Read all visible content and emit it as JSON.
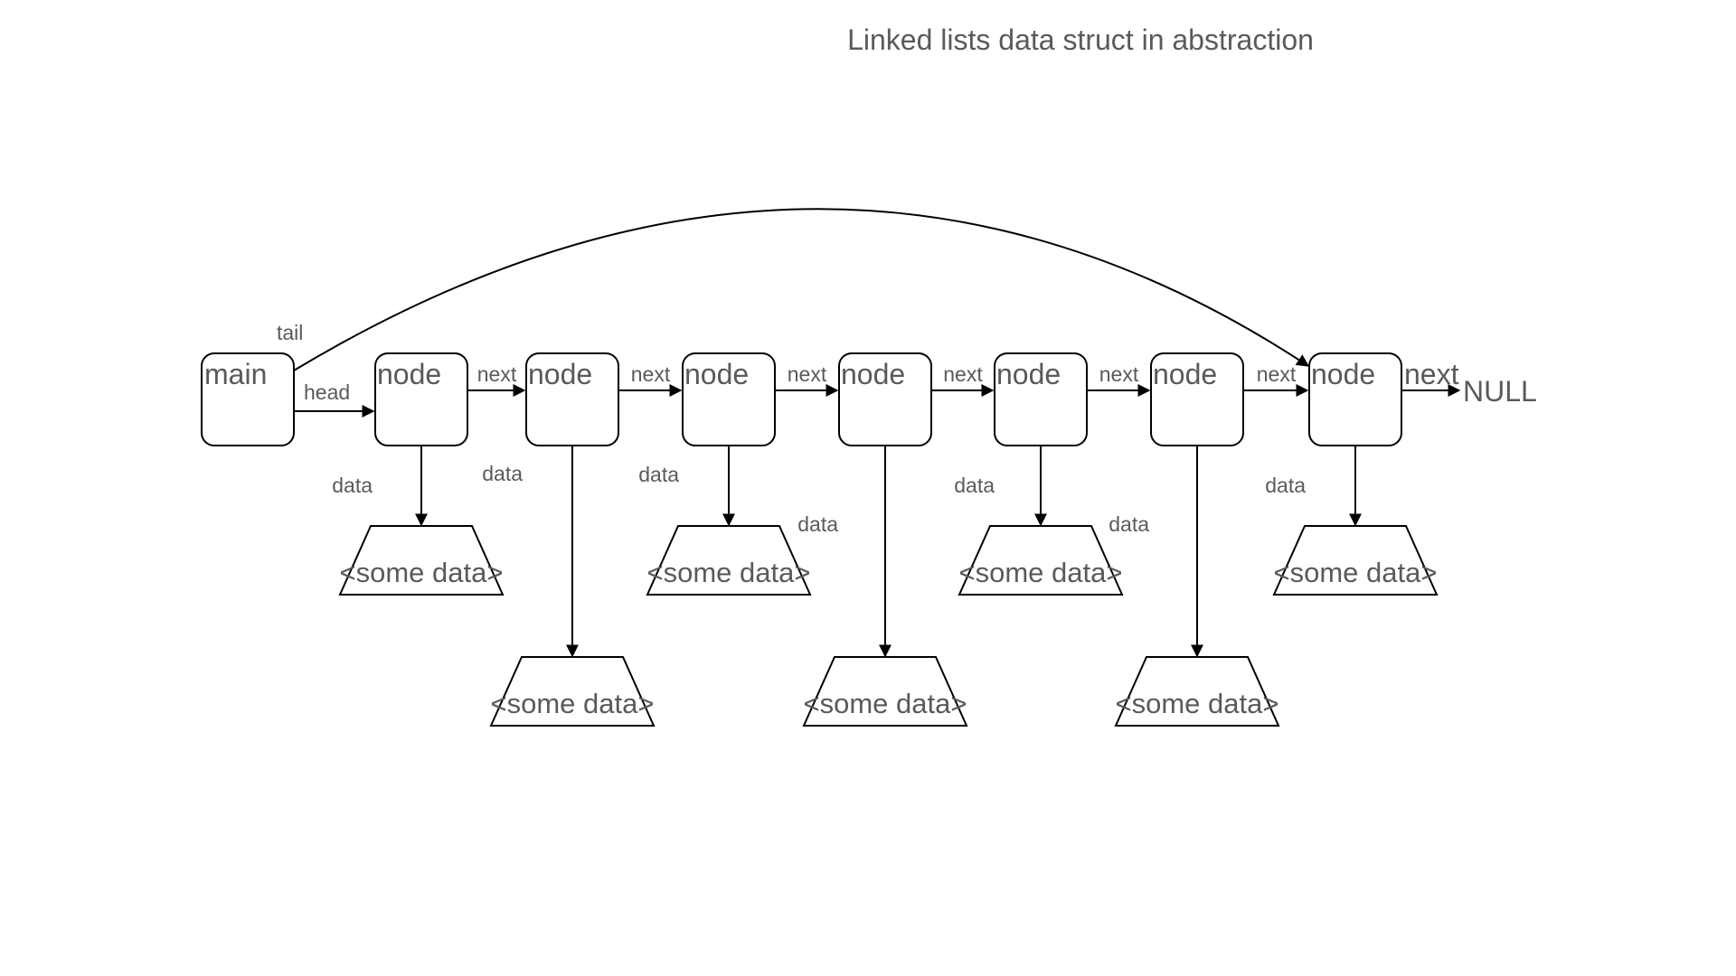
{
  "title": "Linked lists data struct in abstraction",
  "main": {
    "label": "main"
  },
  "nodes": [
    {
      "label": "node",
      "next_label": "next",
      "data_label": "data",
      "data_value": "<some data>"
    },
    {
      "label": "node",
      "next_label": "next",
      "data_label": "data",
      "data_value": "<some data>"
    },
    {
      "label": "node",
      "next_label": "next",
      "data_label": "data",
      "data_value": "<some data>"
    },
    {
      "label": "node",
      "next_label": "next",
      "data_label": "data",
      "data_value": "<some data>"
    },
    {
      "label": "node",
      "next_label": "next",
      "data_label": "data",
      "data_value": "<some data>"
    },
    {
      "label": "node",
      "next_label": "next",
      "data_label": "data",
      "data_value": "<some data>"
    },
    {
      "label": "node",
      "next_label": "next",
      "data_label": "data",
      "data_value": "<some data>"
    }
  ],
  "head_label": "head",
  "tail_label": "tail",
  "null_label": "NULL"
}
